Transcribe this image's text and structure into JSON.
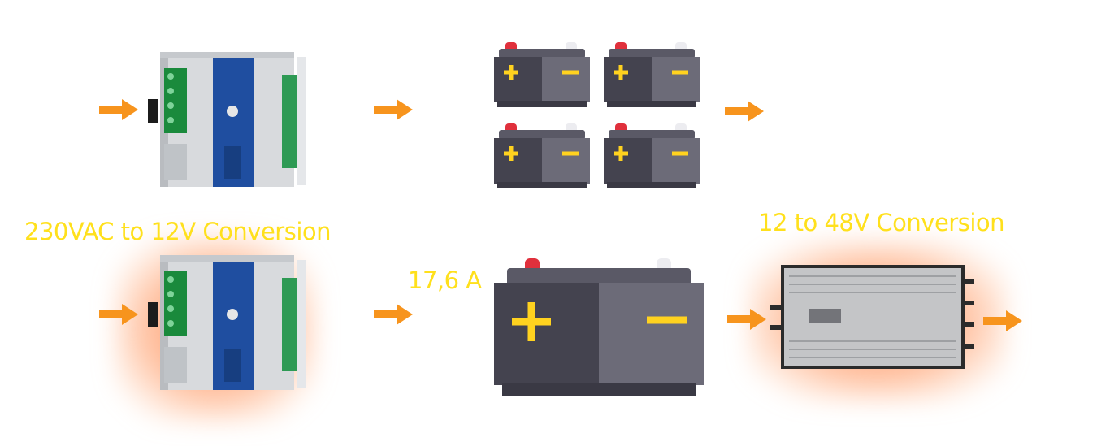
{
  "labels": {
    "conversion_230_12": "230VAC to 12V Conversion",
    "current": "17,6 A",
    "conversion_12_48": "12 to 48V Conversion"
  },
  "colors": {
    "arrow": "#f7941d",
    "label": "#ffe01c",
    "battery_dark": "#44434f",
    "battery_light": "#6c6b78",
    "battery_terminal_red": "#e0303c",
    "battery_symbol": "#ffd21f",
    "charger_blue": "#1f4ea0",
    "glow": "#ff7a45"
  },
  "icons": [
    "arrow-right-icon",
    "charger-device-icon",
    "battery-icon",
    "dc-converter-icon"
  ]
}
